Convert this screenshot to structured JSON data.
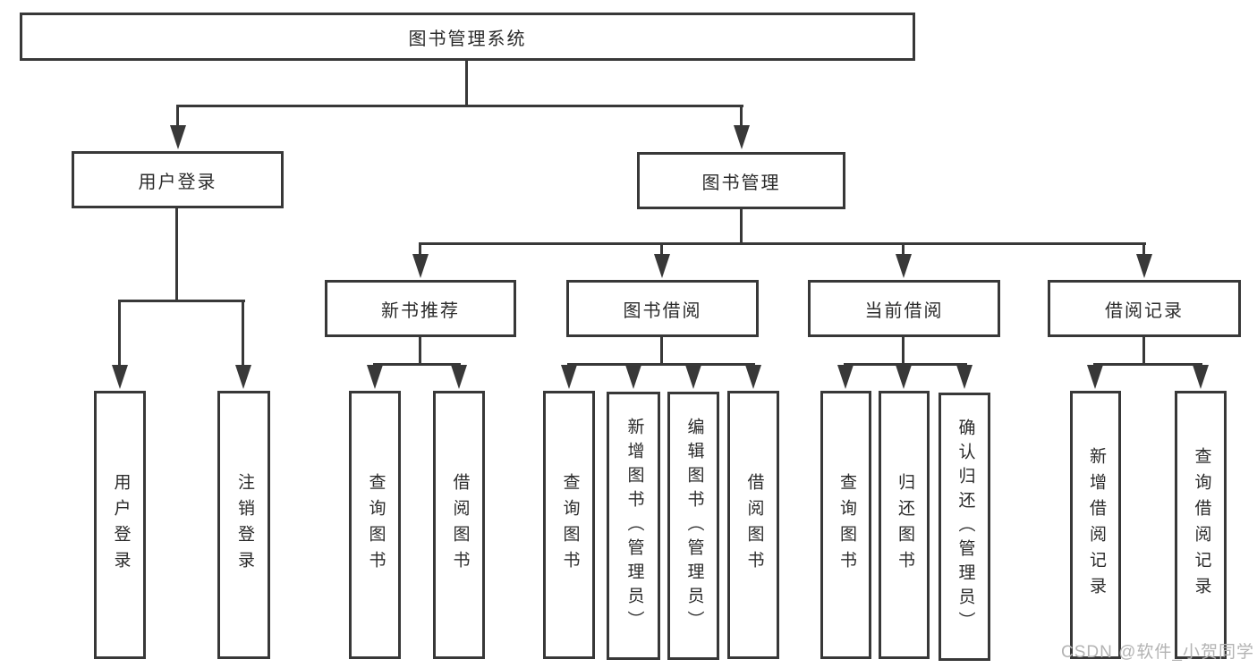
{
  "colors": {
    "line": "#383838",
    "text": "#2b2b2b",
    "background": "#ffffff",
    "watermark_text_color": "#b3b3b3"
  },
  "watermark": {
    "text": "CSDN @软件_小贺同学"
  },
  "tree": {
    "root": {
      "label": "图书管理系统"
    },
    "branches": [
      {
        "label": "用户登录",
        "children": [
          {
            "label": "用户登录"
          },
          {
            "label": "注销登录"
          }
        ]
      },
      {
        "label": "图书管理",
        "children": [
          {
            "label": "新书推荐",
            "children": [
              {
                "label": "查询图书"
              },
              {
                "label": "借阅图书"
              }
            ]
          },
          {
            "label": "图书借阅",
            "children": [
              {
                "label": "查询图书"
              },
              {
                "label": "新增图书（管理员）"
              },
              {
                "label": "编辑图书（管理员）"
              },
              {
                "label": "借阅图书"
              }
            ]
          },
          {
            "label": "当前借阅",
            "children": [
              {
                "label": "查询图书"
              },
              {
                "label": "归还图书"
              },
              {
                "label": "确认归还（管理员）"
              }
            ]
          },
          {
            "label": "借阅记录",
            "children": [
              {
                "label": "新增借阅记录"
              },
              {
                "label": "查询借阅记录"
              }
            ]
          }
        ]
      }
    ]
  }
}
